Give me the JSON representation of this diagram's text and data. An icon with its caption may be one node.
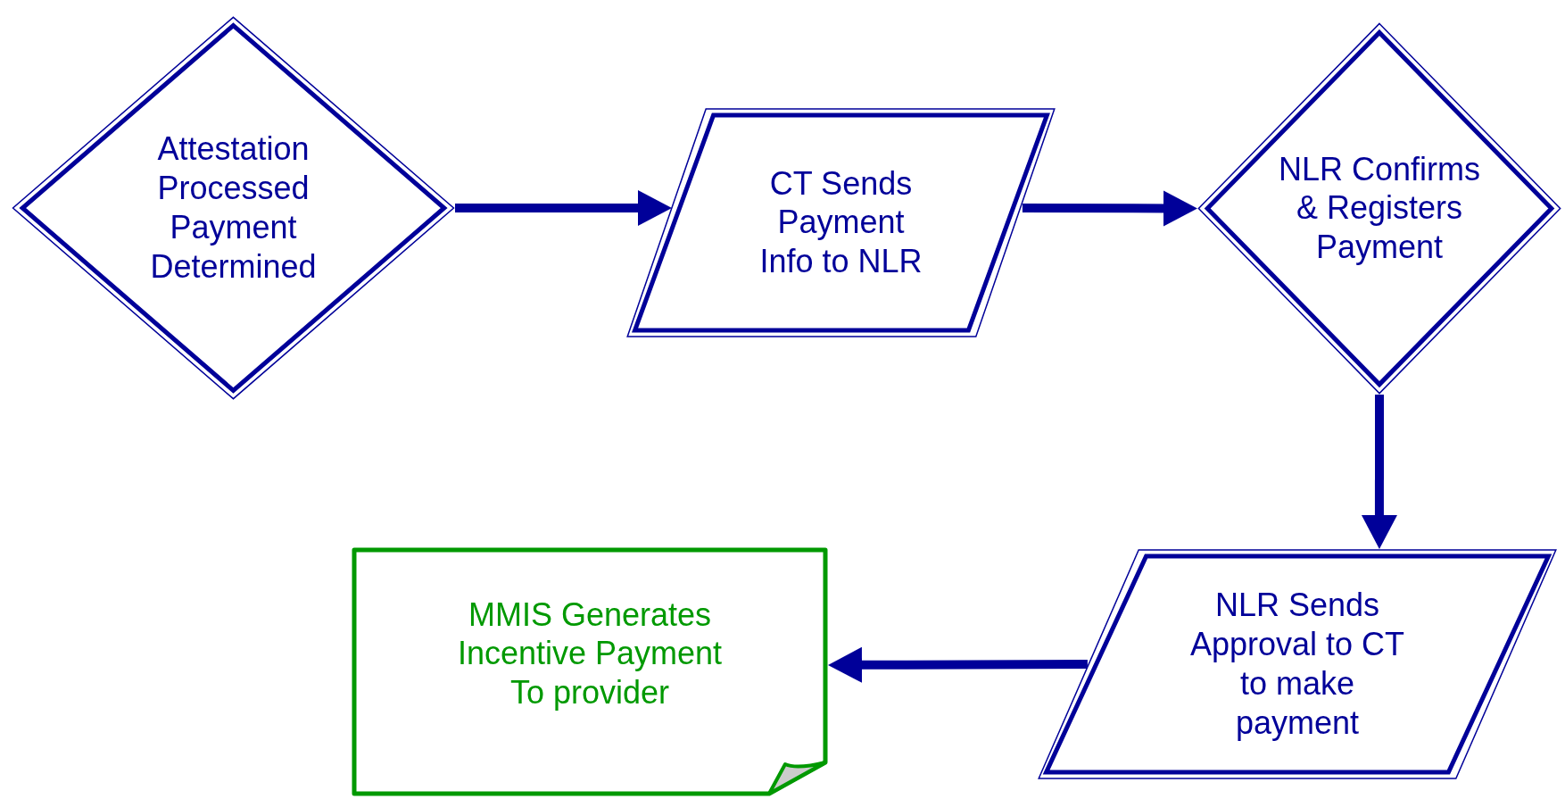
{
  "diagram": {
    "nodes": [
      {
        "text": [
          "Attestation Processed Payment Determined"
        ]
      },
      {
        "text": [
          "CT Sends Payment Info to NLR"
        ]
      },
      {
        "text": [
          "NLR Confirms & Registers Payment"
        ]
      },
      {
        "text": [
          "NLR Sends Approval to CT to make payment"
        ]
      },
      {
        "text": [
          "MMIS Generates Incentive Payment To provider"
        ]
      }
    ],
    "edges": [
      {
        "from": 0,
        "to": 1,
        "arrow": "to"
      },
      {
        "from": 1,
        "to": 2,
        "arrow": "to"
      },
      {
        "from": 2,
        "to": 3,
        "arrow": "to"
      },
      {
        "from": 3,
        "to": 4,
        "arrow": "to"
      }
    ]
  }
}
